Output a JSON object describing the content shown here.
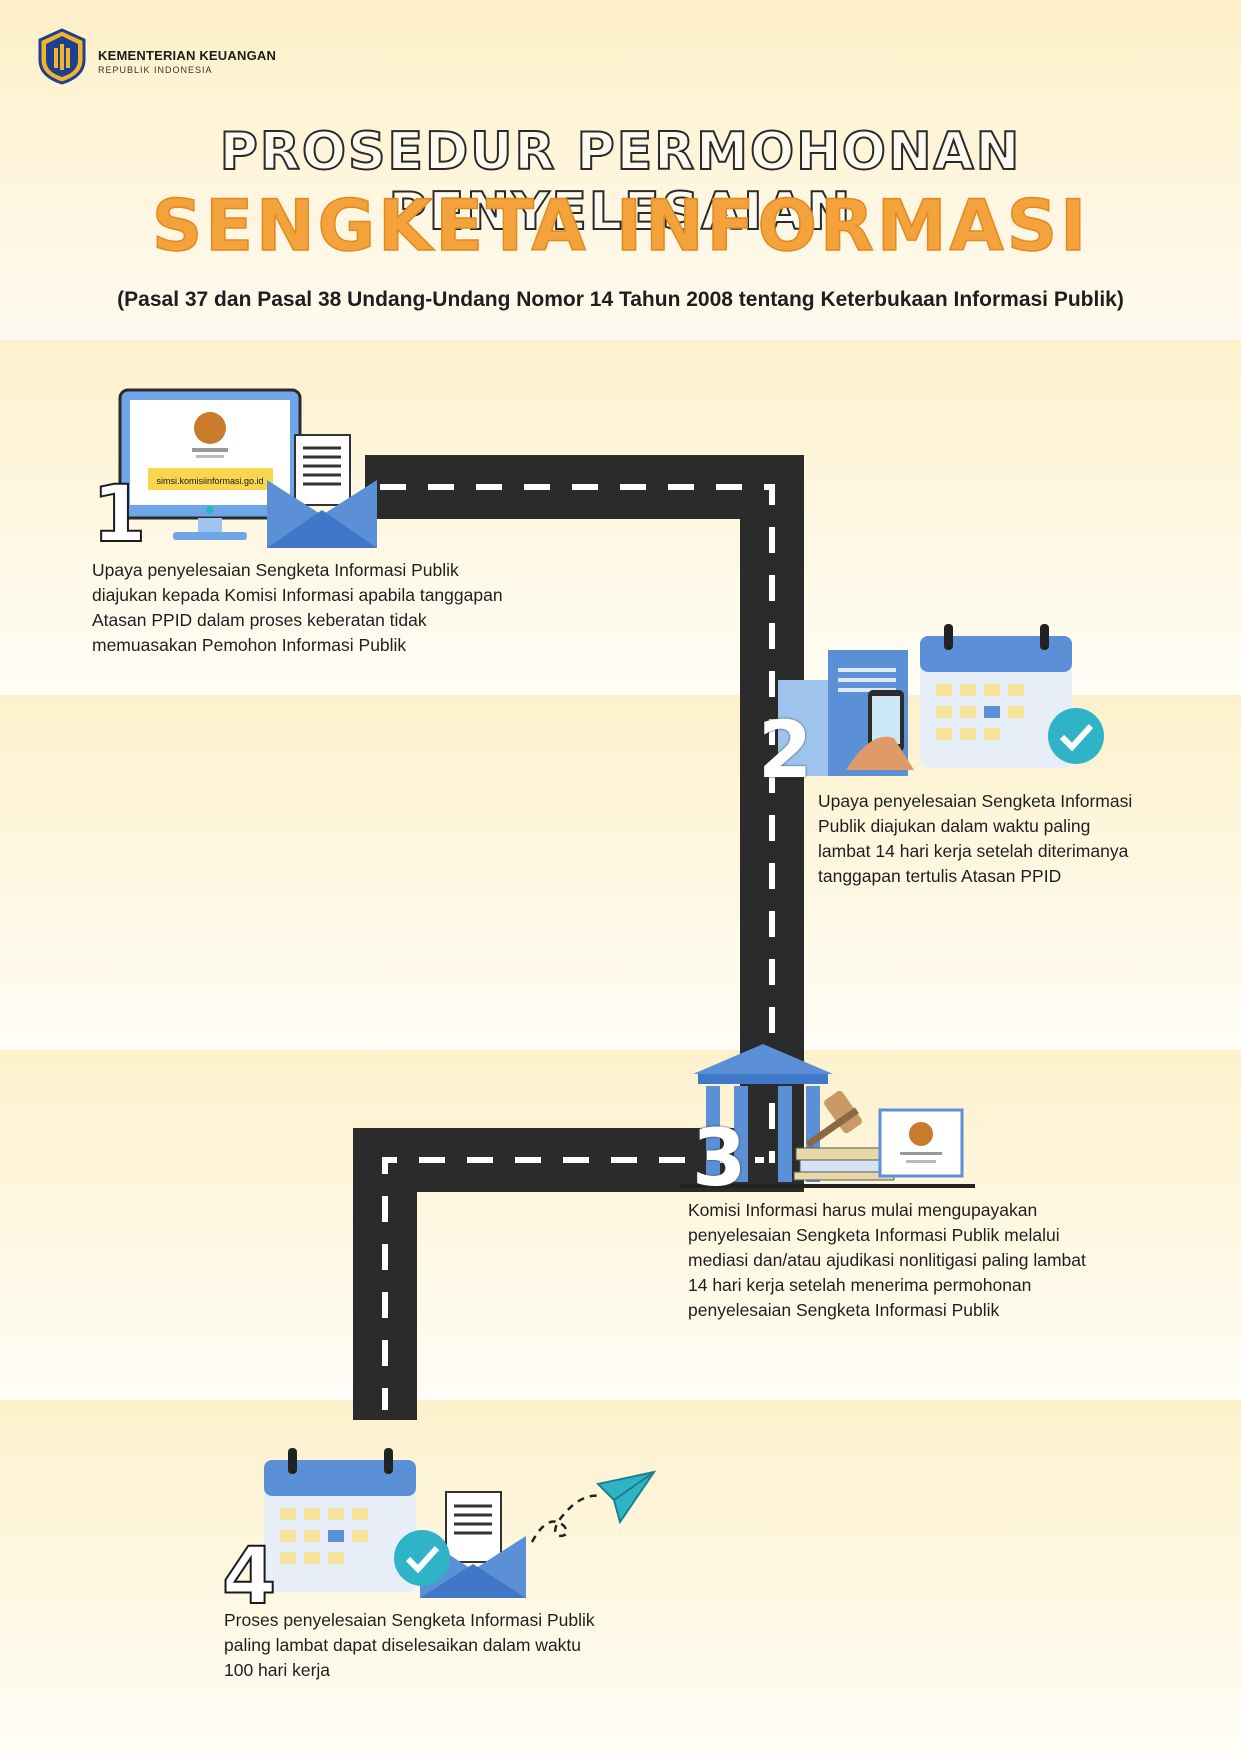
{
  "header": {
    "org_name": "KEMENTERIAN KEUANGAN",
    "org_sub": "REPUBLIK INDONESIA",
    "title_line1": "PROSEDUR PERMOHONAN PENYELESAIAN",
    "title_line2": "SENGKETA INFORMASI",
    "subtitle": "(Pasal 37 dan Pasal 38 Undang-Undang Nomor 14 Tahun 2008 tentang Keterbukaan Informasi Publik)"
  },
  "colors": {
    "accent_orange": "#f4a23b",
    "accent_blue": "#5b8fd6",
    "road": "#2b2b2b",
    "check_teal": "#2fb3c6"
  },
  "steps": [
    {
      "number": "1",
      "screen_url": "simsi.komisiinformasi.go.id",
      "lines": [
        "Upaya penyelesaian Sengketa Informasi Publik",
        "diajukan kepada Komisi Informasi  apabila tanggapan",
        "Atasan PPID dalam proses keberatan tidak",
        "memuasakan Pemohon Informasi Publik"
      ]
    },
    {
      "number": "2",
      "lines": [
        "Upaya penyelesaian Sengketa Informasi",
        "Publik diajukan dalam waktu paling",
        "lambat 14 hari kerja setelah diterimanya",
        "tanggapan tertulis Atasan PPID"
      ]
    },
    {
      "number": "3",
      "lines": [
        "Komisi Informasi harus mulai mengupayakan",
        "penyelesaian Sengketa Informasi Publik melalui",
        "mediasi dan/atau ajudikasi nonlitigasi paling lambat",
        "14 hari kerja setelah menerima permohonan",
        "penyelesaian Sengketa Informasi Publik"
      ]
    },
    {
      "number": "4",
      "lines": [
        "Proses penyelesaian Sengketa Informasi Publik",
        "paling lambat dapat diselesaikan dalam waktu",
        "100 hari kerja"
      ]
    }
  ],
  "icons": [
    "garuda-logo-icon",
    "monitor-icon",
    "envelope-icon",
    "calendar-icon",
    "check-icon",
    "documents-icon",
    "phone-hand-icon",
    "courthouse-icon",
    "gavel-icon",
    "books-icon",
    "certificate-icon",
    "paper-plane-icon"
  ]
}
